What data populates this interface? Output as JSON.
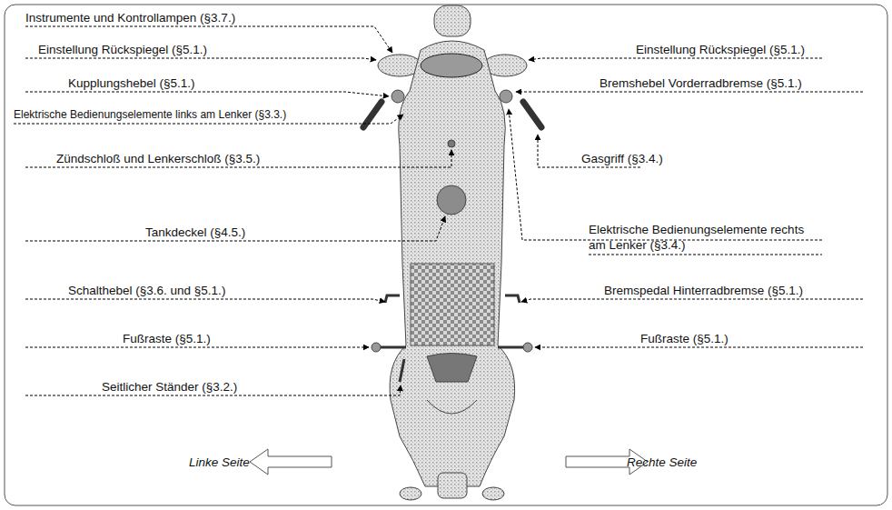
{
  "diagram": {
    "labels": [
      "Instrumente und Kontrollampen (§3.7.)",
      "Einstellung Rückspiegel (§5.1.)",
      "Einstellung Rückspiegel (§5.1.)",
      "Kupplungshebel (§5.1.)",
      "Bremshebel Vorderradbremse (§5.1.)",
      "Elektrische Bedienungselemente links am Lenker (§3.3.)",
      "Zündschloß und Lenkerschloß (§3.5.)",
      "Gasgriff (§3.4.)",
      "Tankdeckel (§4.5.)",
      "Elektrische Bedienungselemente rechts am Lenker (§3.4.)",
      "Schalthebel (§3.6. und §5.1.)",
      "Bremspedal Hinterradbremse (§5.1.)",
      "Fußraste (§5.1.)",
      "Fußraste (§5.1.)",
      "Seitlicher Ständer (§3.2.)",
      "Linke Seite",
      "Rechte Seite"
    ]
  }
}
